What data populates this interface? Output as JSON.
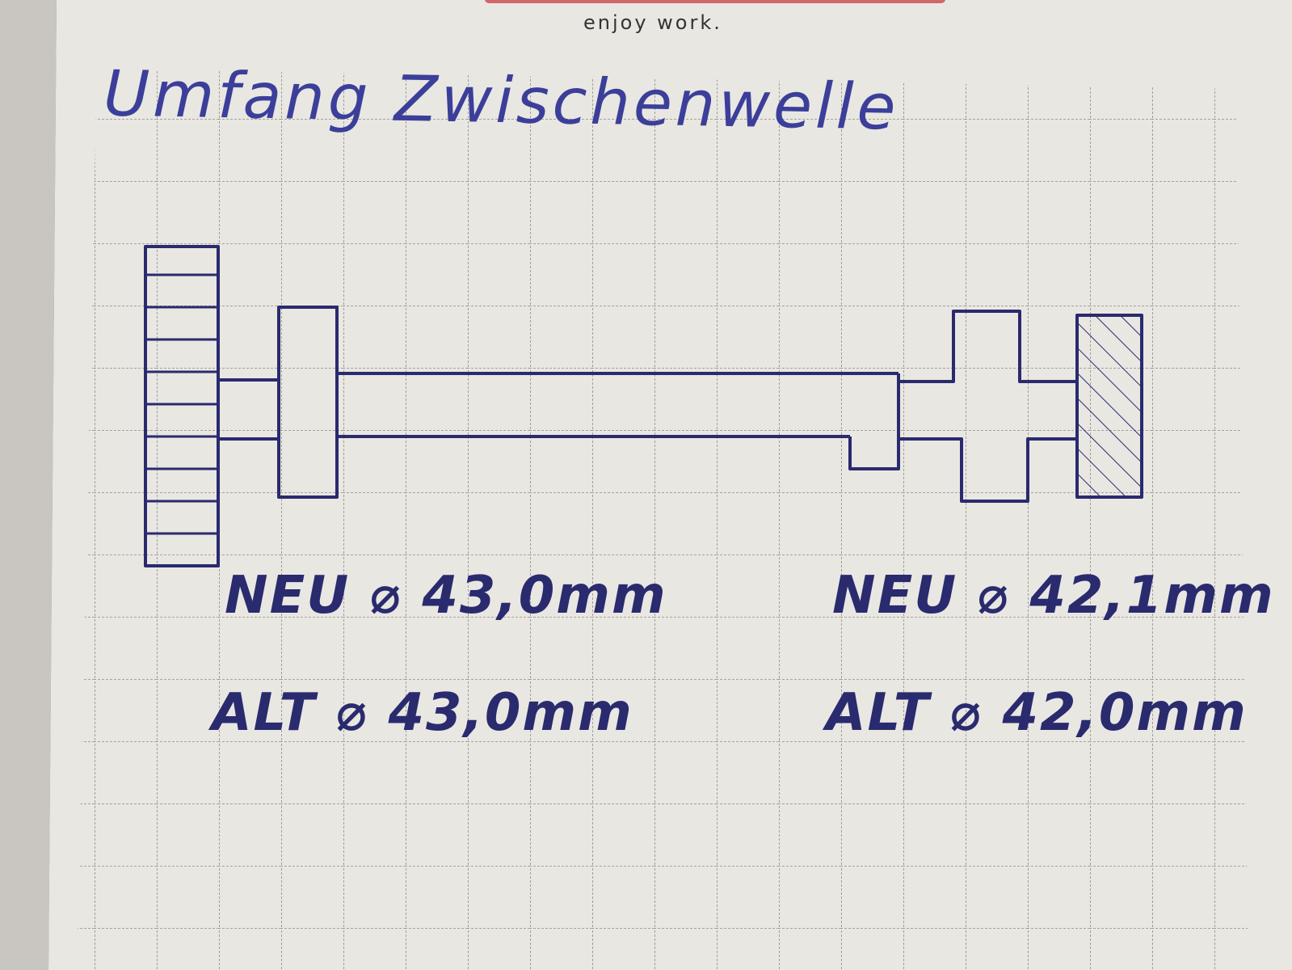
{
  "header": {
    "tagline": "enjoy work."
  },
  "note": {
    "title": "Umfang Zwischenwelle",
    "measurements": {
      "left": {
        "new": "NEU ⌀ 43,0mm",
        "old": "ALT ⌀ 43,0mm"
      },
      "right": {
        "new": "NEU ⌀ 42,1mm",
        "old": "ALT ⌀ 42,0mm"
      }
    }
  },
  "colors": {
    "ink": "#2a2a6e",
    "paper": "#e9e7e2",
    "grid": "#8f8c88"
  }
}
